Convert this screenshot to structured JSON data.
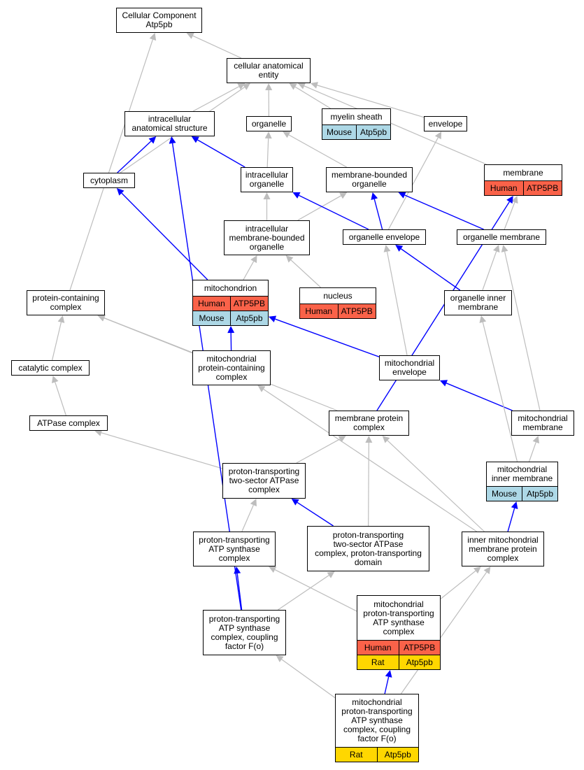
{
  "colors": {
    "is_a_edge": "#bdbdbd",
    "part_of_edge": "#0000ff",
    "human": "#fa6249",
    "mouse": "#add8e6",
    "rat": "#ffd700"
  },
  "nodes": {
    "root": {
      "title": "Cellular Component\nAtp5pb"
    },
    "cae": {
      "title": "cellular anatomical\nentity"
    },
    "ias": {
      "title": "intracellular\nanatomical structure"
    },
    "organelle": {
      "title": "organelle"
    },
    "myelin": {
      "title": "myelin sheath",
      "rows": [
        {
          "species": "Mouse",
          "symbol": "Atp5pb"
        }
      ]
    },
    "envelope": {
      "title": "envelope"
    },
    "cytoplasm": {
      "title": "cytoplasm"
    },
    "io": {
      "title": "intracellular\norganelle"
    },
    "mbo": {
      "title": "membrane-bounded\norganelle"
    },
    "membrane": {
      "title": "membrane",
      "rows": [
        {
          "species": "Human",
          "symbol": "ATP5PB"
        }
      ]
    },
    "imbo": {
      "title": "intracellular\nmembrane-bounded\norganelle"
    },
    "oenv": {
      "title": "organelle envelope"
    },
    "omem": {
      "title": "organelle membrane"
    },
    "pcc": {
      "title": "protein-containing\ncomplex"
    },
    "mito": {
      "title": "mitochondrion",
      "rows": [
        {
          "species": "Human",
          "symbol": "ATP5PB"
        },
        {
          "species": "Mouse",
          "symbol": "Atp5pb"
        }
      ]
    },
    "nucleus": {
      "title": "nucleus",
      "rows": [
        {
          "species": "Human",
          "symbol": "ATP5PB"
        }
      ]
    },
    "oim": {
      "title": "organelle inner\nmembrane"
    },
    "cc": {
      "title": "catalytic complex"
    },
    "mpcc": {
      "title": "mitochondrial\nprotein-containing\ncomplex"
    },
    "menv": {
      "title": "mitochondrial\nenvelope"
    },
    "atpase": {
      "title": "ATPase complex"
    },
    "mpc": {
      "title": "membrane protein\ncomplex"
    },
    "mmem": {
      "title": "mitochondrial\nmembrane"
    },
    "pt2s": {
      "title": "proton-transporting\ntwo-sector ATPase\ncomplex"
    },
    "mim": {
      "title": "mitochondrial\ninner membrane",
      "rows": [
        {
          "species": "Mouse",
          "symbol": "Atp5pb"
        }
      ]
    },
    "ptas": {
      "title": "proton-transporting\nATP synthase\ncomplex"
    },
    "pt2sd": {
      "title": "proton-transporting\ntwo-sector ATPase\ncomplex, proton-transporting\ndomain"
    },
    "imm_pc": {
      "title": "inner mitochondrial\nmembrane protein\ncomplex"
    },
    "ptascf": {
      "title": "proton-transporting\nATP synthase\ncomplex, coupling\nfactor F(o)"
    },
    "mptas": {
      "title": "mitochondrial\nproton-transporting\nATP synthase\ncomplex",
      "rows": [
        {
          "species": "Human",
          "symbol": "ATP5PB"
        },
        {
          "species": "Rat",
          "symbol": "Atp5pb"
        }
      ]
    },
    "mptascf": {
      "title": "mitochondrial\nproton-transporting\nATP synthase\ncomplex, coupling\nfactor F(o)",
      "rows": [
        {
          "species": "Rat",
          "symbol": "Atp5pb"
        }
      ]
    }
  },
  "edges": [
    {
      "from": "cae",
      "to": "root",
      "type": "is_a"
    },
    {
      "from": "pcc",
      "to": "root",
      "type": "is_a"
    },
    {
      "from": "ias",
      "to": "cae",
      "type": "is_a"
    },
    {
      "from": "organelle",
      "to": "cae",
      "type": "is_a"
    },
    {
      "from": "myelin",
      "to": "cae",
      "type": "is_a"
    },
    {
      "from": "envelope",
      "to": "cae",
      "type": "is_a"
    },
    {
      "from": "membrane",
      "to": "cae",
      "type": "is_a"
    },
    {
      "from": "cytoplasm",
      "to": "cae",
      "type": "is_a"
    },
    {
      "from": "cytoplasm",
      "to": "ias",
      "type": "part_of"
    },
    {
      "from": "io",
      "to": "ias",
      "type": "part_of"
    },
    {
      "from": "io",
      "to": "organelle",
      "type": "is_a"
    },
    {
      "from": "mbo",
      "to": "organelle",
      "type": "is_a"
    },
    {
      "from": "imbo",
      "to": "io",
      "type": "is_a"
    },
    {
      "from": "imbo",
      "to": "mbo",
      "type": "is_a"
    },
    {
      "from": "oenv",
      "to": "io",
      "type": "part_of"
    },
    {
      "from": "oenv",
      "to": "mbo",
      "type": "part_of"
    },
    {
      "from": "oenv",
      "to": "envelope",
      "type": "is_a"
    },
    {
      "from": "omem",
      "to": "mbo",
      "type": "part_of"
    },
    {
      "from": "omem",
      "to": "membrane",
      "type": "is_a"
    },
    {
      "from": "mito",
      "to": "cytoplasm",
      "type": "part_of"
    },
    {
      "from": "mito",
      "to": "imbo",
      "type": "is_a"
    },
    {
      "from": "nucleus",
      "to": "imbo",
      "type": "is_a"
    },
    {
      "from": "oim",
      "to": "oenv",
      "type": "part_of"
    },
    {
      "from": "oim",
      "to": "omem",
      "type": "is_a"
    },
    {
      "from": "cc",
      "to": "pcc",
      "type": "is_a"
    },
    {
      "from": "mpcc",
      "to": "pcc",
      "type": "is_a"
    },
    {
      "from": "mpcc",
      "to": "mito",
      "type": "part_of"
    },
    {
      "from": "menv",
      "to": "mito",
      "type": "part_of"
    },
    {
      "from": "menv",
      "to": "oenv",
      "type": "is_a"
    },
    {
      "from": "atpase",
      "to": "cc",
      "type": "is_a"
    },
    {
      "from": "mpc",
      "to": "pcc",
      "type": "is_a"
    },
    {
      "from": "mpc",
      "to": "membrane",
      "type": "part_of"
    },
    {
      "from": "mmem",
      "to": "menv",
      "type": "part_of"
    },
    {
      "from": "mmem",
      "to": "omem",
      "type": "is_a"
    },
    {
      "from": "pt2s",
      "to": "atpase",
      "type": "is_a"
    },
    {
      "from": "pt2s",
      "to": "mpc",
      "type": "is_a"
    },
    {
      "from": "mim",
      "to": "mmem",
      "type": "is_a"
    },
    {
      "from": "mim",
      "to": "oim",
      "type": "is_a"
    },
    {
      "from": "ptas",
      "to": "pt2s",
      "type": "is_a"
    },
    {
      "from": "pt2sd",
      "to": "pt2s",
      "type": "part_of"
    },
    {
      "from": "pt2sd",
      "to": "mpc",
      "type": "is_a"
    },
    {
      "from": "imm_pc",
      "to": "mim",
      "type": "part_of"
    },
    {
      "from": "imm_pc",
      "to": "mpc",
      "type": "is_a"
    },
    {
      "from": "imm_pc",
      "to": "mpcc",
      "type": "is_a"
    },
    {
      "from": "ptascf",
      "to": "ptas",
      "type": "part_of"
    },
    {
      "from": "ptascf",
      "to": "ias",
      "type": "part_of"
    },
    {
      "from": "ptascf",
      "to": "pt2sd",
      "type": "is_a"
    },
    {
      "from": "mptas",
      "to": "ptas",
      "type": "is_a"
    },
    {
      "from": "mptas",
      "to": "imm_pc",
      "type": "is_a"
    },
    {
      "from": "mptascf",
      "to": "mptas",
      "type": "part_of"
    },
    {
      "from": "mptascf",
      "to": "ptascf",
      "type": "is_a"
    },
    {
      "from": "mptascf",
      "to": "imm_pc",
      "type": "is_a"
    }
  ]
}
